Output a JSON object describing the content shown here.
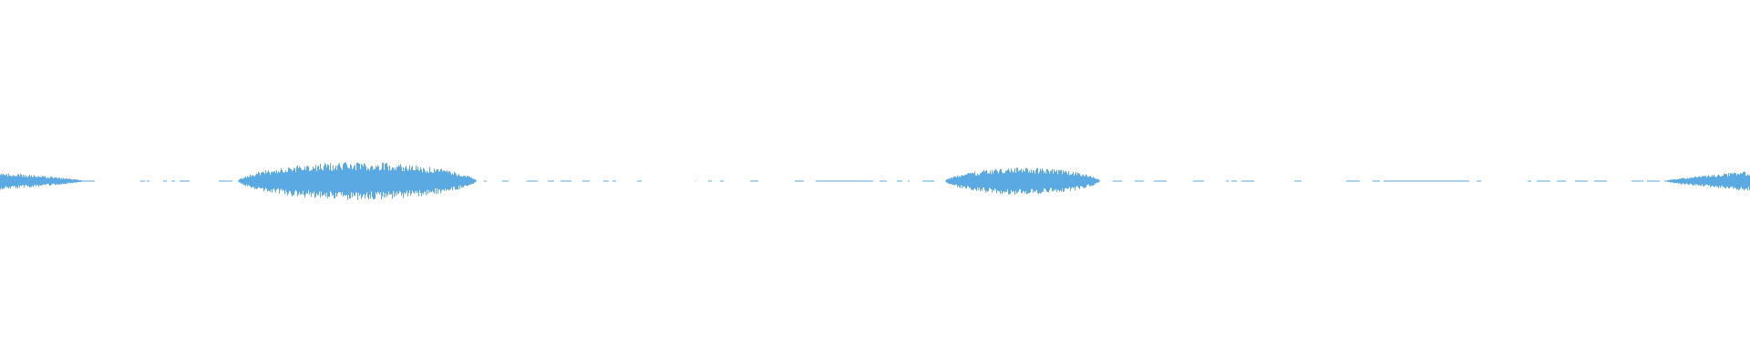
{
  "waveform": {
    "color": "#5aa9e2",
    "accent_color": "#f2b24d",
    "segments": [
      {
        "kind": "burst",
        "start_fraction": 0.0,
        "end_fraction": 0.048,
        "peak_amplitude": 0.34
      },
      {
        "kind": "burst",
        "start_fraction": 0.136,
        "end_fraction": 0.272,
        "peak_amplitude": 0.75
      },
      {
        "kind": "burst",
        "start_fraction": 0.54,
        "end_fraction": 0.628,
        "peak_amplitude": 0.54
      },
      {
        "kind": "burst",
        "start_fraction": 0.951,
        "end_fraction": 1.0,
        "peak_amplitude": 0.39
      }
    ],
    "noise_floor_amplitude": 0.02
  }
}
